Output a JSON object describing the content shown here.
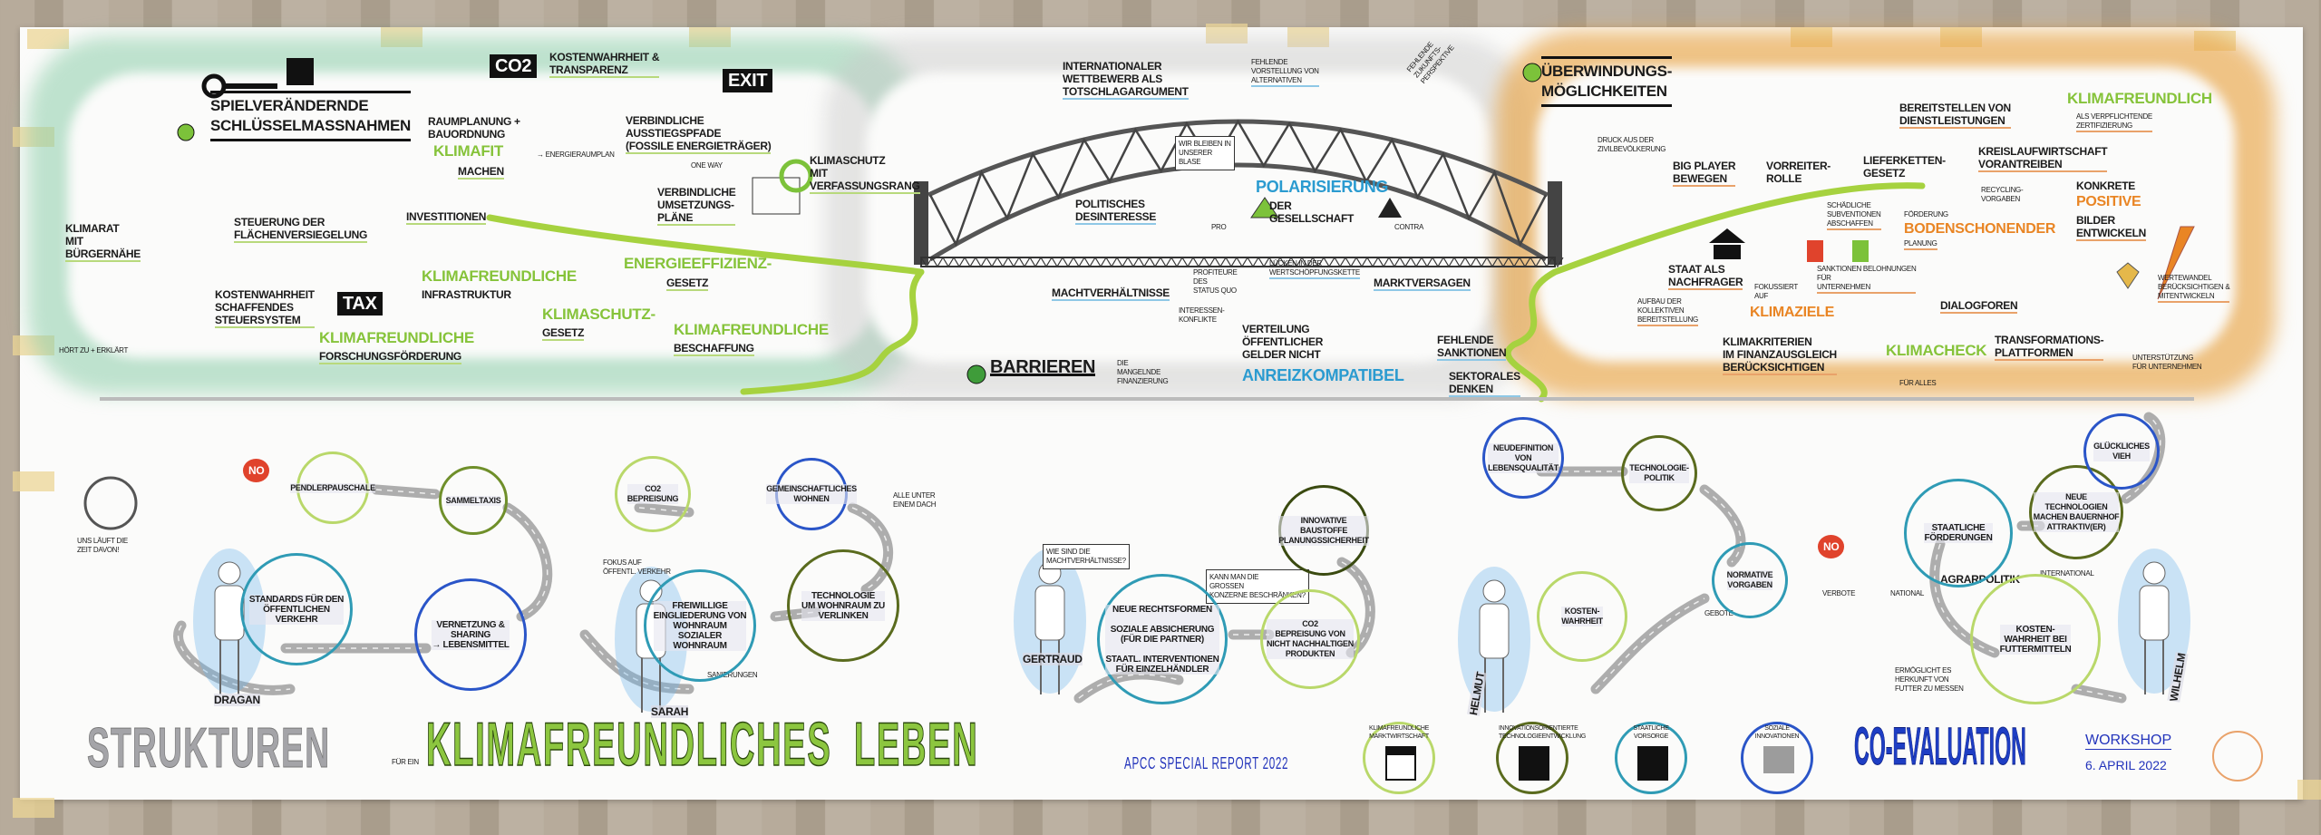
{
  "colors": {
    "green": "#86c33a",
    "blue_accent": "#2b9bd0",
    "orange": "#e98524",
    "navy": "#1f3fbf",
    "grey_title": "#9a9a9a",
    "paper": "#fbfbfa"
  },
  "top_left": {
    "title": "Spielverändernde\nSchlüsselmaßnahmen",
    "items": [
      {
        "id": "tl_co2",
        "text": "CO2",
        "style": "box"
      },
      {
        "id": "tl_kosten",
        "text": "Kostenwahrheit &\nTransparenz",
        "style": "ul-g"
      },
      {
        "id": "tl_raum",
        "text": "Raumplanung +\nBauordnung",
        "style": ""
      },
      {
        "id": "tl_klimafit",
        "text": "Klimafit",
        "style": "green"
      },
      {
        "id": "tl_machen",
        "text": "machen",
        "style": "ul-g"
      },
      {
        "id": "tl_energieraum",
        "text": "→ Energieraumplan",
        "style": "sm"
      },
      {
        "id": "tl_ausstieg",
        "text": "Verbindliche\nAusstiegspfade\n(fossile Energieträger)",
        "style": "ul-g"
      },
      {
        "id": "tl_exit",
        "text": "EXIT",
        "style": "box"
      },
      {
        "id": "tl_oneway",
        "text": "One way",
        "style": "sm"
      },
      {
        "id": "tl_verfassung",
        "text": "Klimaschutz\nmit\nVerfassungsrang",
        "style": "ul-g"
      },
      {
        "id": "tl_umsetzung",
        "text": "Verbindliche\nUmsetzungs-\npläne",
        "style": "ul-g"
      },
      {
        "id": "tl_klimarat",
        "text": "Klimarat\nmit\nBürgernähe",
        "style": "ul-g"
      },
      {
        "id": "tl_hoert",
        "text": "Hört zu + erklärt",
        "style": "sm"
      },
      {
        "id": "tl_steuerung",
        "text": "Steuerung der\nFlächenversiegelung",
        "style": "ul-g"
      },
      {
        "id": "tl_invest",
        "text": "Investitionen",
        "style": "ul-g"
      },
      {
        "id": "tl_steuer",
        "text": "Kostenwahrheit\nschaffendes\nSteuersystem",
        "style": "ul-g"
      },
      {
        "id": "tl_tax",
        "text": "TAX",
        "style": "box"
      },
      {
        "id": "tl_infra_a",
        "text": "Klimafreundliche",
        "style": "green"
      },
      {
        "id": "tl_infra_b",
        "text": "Infrastruktur",
        "style": ""
      },
      {
        "id": "tl_eff_a",
        "text": "Energieeffizienz-",
        "style": "green"
      },
      {
        "id": "tl_eff_b",
        "text": "Gesetz",
        "style": "ul-g"
      },
      {
        "id": "tl_ksg_a",
        "text": "Klimaschutz-",
        "style": "green"
      },
      {
        "id": "tl_ksg_b",
        "text": "Gesetz",
        "style": "ul-g"
      },
      {
        "id": "tl_forsch_a",
        "text": "Klimafreundliche",
        "style": "green"
      },
      {
        "id": "tl_forsch_b",
        "text": "Forschungsförderung",
        "style": "ul-g"
      },
      {
        "id": "tl_besch_a",
        "text": "Klimafreundliche",
        "style": "green"
      },
      {
        "id": "tl_besch_b",
        "text": "Beschaffung",
        "style": "ul-g"
      }
    ]
  },
  "bridge": {
    "title": "Barrieren",
    "items": [
      {
        "id": "br_wettbewerb",
        "text": "Internationaler\nWettbewerb als\nTotschlagargument",
        "style": "ul-b"
      },
      {
        "id": "br_alternativen",
        "text": "Fehlende\nVorstellung von\nAlternativen",
        "style": "sm ul-b"
      },
      {
        "id": "br_zukunft",
        "text": "Fehlende\nZukunfts-\nperspektive",
        "style": "sm"
      },
      {
        "id": "br_desinteresse",
        "text": "Politisches\nDesinteresse",
        "style": "ul-b"
      },
      {
        "id": "br_blase",
        "text": "Wir bleiben in\nunserer\nBlase",
        "style": "bubble"
      },
      {
        "id": "br_polar_a",
        "text": "Polarisierung",
        "style": "blue"
      },
      {
        "id": "br_polar_b",
        "text": "der\nGesellschaft",
        "style": ""
      },
      {
        "id": "br_pro",
        "text": "Pro",
        "style": "sm"
      },
      {
        "id": "br_contra",
        "text": "Contra",
        "style": "sm"
      },
      {
        "id": "br_macht",
        "text": "Machtverhältnisse",
        "style": "ul-b"
      },
      {
        "id": "br_profiteure",
        "text": "Profiteure\ndes\nStatus Quo",
        "style": "sm"
      },
      {
        "id": "br_interessen",
        "text": "Interessen-\nkonflikte",
        "style": "sm"
      },
      {
        "id": "br_luecken",
        "text": "Lücken in der\nWertschöpfungskette",
        "style": "sm ul-b"
      },
      {
        "id": "br_markt",
        "text": "Marktversagen",
        "style": "ul-b"
      },
      {
        "id": "br_verteilung",
        "text": "Verteilung\nöffentlicher\nGelder nicht",
        "style": ""
      },
      {
        "id": "br_anreiz",
        "text": "anreizkompatibel",
        "style": "blue"
      },
      {
        "id": "br_finanz",
        "text": "Die\nmangelnde\nFinanzierung",
        "style": "sm"
      },
      {
        "id": "br_sektoral",
        "text": "Sektorales\nDenken",
        "style": "ul-b"
      },
      {
        "id": "br_sanktionen",
        "text": "Fehlende\nSanktionen",
        "style": "ul-b"
      }
    ]
  },
  "top_right": {
    "title": "Überwindungs-\nmöglichkeiten",
    "items": [
      {
        "id": "tr_druck",
        "text": "Druck aus der\nZivilbevölkerung",
        "style": "sm"
      },
      {
        "id": "tr_bigplayer",
        "text": "Big Player\nbewegen",
        "style": "ul-o"
      },
      {
        "id": "tr_vorreiter",
        "text": "Vorreiter-\nRolle",
        "style": ""
      },
      {
        "id": "tr_dienst",
        "text": "Bereitstellen von\nDienstleistungen",
        "style": "ul-o"
      },
      {
        "id": "tr_klimafreundlich",
        "text": "Klimafreundlich",
        "style": "green"
      },
      {
        "id": "tr_zert",
        "text": "als verpflichtende\nZertifizierung",
        "style": "sm ul-o"
      },
      {
        "id": "tr_liefer",
        "text": "Lieferketten-\nGesetz",
        "style": ""
      },
      {
        "id": "tr_kreislauf",
        "text": "Kreislaufwirtschaft\nvorantreiben",
        "style": "ul-o"
      },
      {
        "id": "tr_recycling",
        "text": "Recycling-\nvorgaben",
        "style": "sm"
      },
      {
        "id": "tr_pos_a",
        "text": "Konkrete",
        "style": ""
      },
      {
        "id": "tr_pos_b",
        "text": "Positive",
        "style": "orange"
      },
      {
        "id": "tr_pos_c",
        "text": "Bilder\nentwickeln",
        "style": "ul-o"
      },
      {
        "id": "tr_subv",
        "text": "Schädliche\nSubventionen\nabschaffen",
        "style": "sm ul-o"
      },
      {
        "id": "tr_boden_a",
        "text": "Förderung",
        "style": "sm"
      },
      {
        "id": "tr_boden_b",
        "text": "Bodenschonender",
        "style": "orange"
      },
      {
        "id": "tr_boden_c",
        "text": "Planung",
        "style": "sm ul-o"
      },
      {
        "id": "tr_staat",
        "text": "Staat als\nNachfrager",
        "style": "ul-o"
      },
      {
        "id": "tr_aufbau",
        "text": "Aufbau der\nkollektiven\nBereitstellung",
        "style": "sm ul-o"
      },
      {
        "id": "tr_fokus_a",
        "text": "Fokussiert\nauf",
        "style": "sm"
      },
      {
        "id": "tr_fokus_b",
        "text": "Klimaziele",
        "style": "orange"
      },
      {
        "id": "tr_sankt",
        "text": "Sanktionen   Belohnungen\nfür\nUnternehmen",
        "style": "sm ul-o"
      },
      {
        "id": "tr_dialog",
        "text": "Dialogforen",
        "style": "ul-o"
      },
      {
        "id": "tr_werte",
        "text": "Wertewandel\nberücksichtigen &\nmitentwickeln",
        "style": "sm ul-o"
      },
      {
        "id": "tr_finanzausgleich",
        "text": "Klimakriterien\nim Finanzausgleich\nberücksichtigen",
        "style": "ul-o"
      },
      {
        "id": "tr_klimacheck",
        "text": "Klimacheck",
        "style": "green"
      },
      {
        "id": "tr_fueralles",
        "text": "für alles",
        "style": "sm"
      },
      {
        "id": "tr_transform",
        "text": "Transformations-\nplattformen",
        "style": "ul-o"
      },
      {
        "id": "tr_unterst",
        "text": "Unterstützung\nfür Unternehmen",
        "style": "sm"
      }
    ]
  },
  "journeys": {
    "people": [
      "Dragan",
      "Sarah",
      "Gertraud",
      "Helmut",
      "Wilhelm"
    ],
    "circles": [
      {
        "id": "c_pendler",
        "text": "Pendlerpauschale",
        "color": "#b9d86a"
      },
      {
        "id": "c_sammel",
        "text": "Sammeltaxis",
        "color": "#6f8f2a"
      },
      {
        "id": "c_standards",
        "text": "Standards für den\nöffentlichen\nVerkehr",
        "color": "#2f9bb5"
      },
      {
        "id": "c_sharing",
        "text": "Vernetzung &\nSharing\n→ Lebensmittel",
        "color": "#2a55c8"
      },
      {
        "id": "c_co2",
        "text": "CO2\nBepreisung",
        "color": "#b9d86a"
      },
      {
        "id": "c_wohnen",
        "text": "Gemeinschaftliches\nWohnen",
        "color": "#2a55c8"
      },
      {
        "id": "c_wohnraum",
        "text": "Freiwillige\nEingliederung von\nWohnraum\nSozialer\nWohnraum",
        "color": "#2f9bb5"
      },
      {
        "id": "c_techwohn",
        "text": "Technologie\num Wohnraum zu\nverlinken",
        "color": "#5a6b1e"
      },
      {
        "id": "c_recht",
        "text": "Neue Rechtsformen\n\nSoziale Absicherung\n(für die Partner)\n\nStaatl. Interventionen\nfür Einzelhändler",
        "color": "#2f9bb5"
      },
      {
        "id": "c_baustoffe",
        "text": "Innovative\nBaustoffe\nPlanungssicherheit",
        "color": "#3a4a10"
      },
      {
        "id": "c_produkte",
        "text": "CO2\nBepreisung von\nnicht nachhaltigen\nProdukten",
        "color": "#b9d86a"
      },
      {
        "id": "c_lebensq",
        "text": "Neudefinition\nvon\nLebensqualität",
        "color": "#2a55c8"
      },
      {
        "id": "c_techpol",
        "text": "Technologie-\npolitik",
        "color": "#5a6b1e"
      },
      {
        "id": "c_normativ",
        "text": "Normative\nVorgaben",
        "color": "#2f9bb5"
      },
      {
        "id": "c_kosten",
        "text": "Kosten-\nwahrheit",
        "color": "#b9d86a"
      },
      {
        "id": "c_foerder",
        "text": "Staatliche\nFörderungen",
        "color": "#2f9bb5"
      },
      {
        "id": "c_bauernhof",
        "text": "Neue\nTechnologien\nmachen Bauernhof\nattraktiv(er)",
        "color": "#5a6b1e"
      },
      {
        "id": "c_vieh",
        "text": "Glückliches\nVieh",
        "color": "#2a55c8"
      },
      {
        "id": "c_futter",
        "text": "Kosten-\nwahrheit bei\nFuttermitteln",
        "color": "#b9d86a"
      }
    ],
    "notes": [
      {
        "id": "n_zeit",
        "text": "Uns läuft die\nZeit davon!",
        "style": "sm"
      },
      {
        "id": "n_no1",
        "text": "NO",
        "style": "box"
      },
      {
        "id": "n_fokus",
        "text": "Fokus auf\nöffentl. Verkehr",
        "style": "sm"
      },
      {
        "id": "n_dach",
        "text": "Alle unter\neinem Dach",
        "style": "sm"
      },
      {
        "id": "n_sanierung",
        "text": "Sanierungen",
        "style": "sm"
      },
      {
        "id": "n_macht",
        "text": "Wie sind die\nMachtverhältnisse?",
        "style": "bubble"
      },
      {
        "id": "n_konzerne",
        "text": "Kann man die\ngrossen\nKonzerne beschränken?",
        "style": "bubble"
      },
      {
        "id": "n_no2",
        "text": "NO",
        "style": "box"
      },
      {
        "id": "n_verbote",
        "text": "Verbote",
        "style": "sm"
      },
      {
        "id": "n_gebote",
        "text": "Gebote",
        "style": "sm"
      },
      {
        "id": "n_national",
        "text": "National",
        "style": "sm"
      },
      {
        "id": "n_agrar",
        "text": "Agrarpolitik",
        "style": ""
      },
      {
        "id": "n_international",
        "text": "International",
        "style": "sm"
      },
      {
        "id": "n_ermoeglicht",
        "text": "Ermöglicht es\nHerkunft von\nFutter zu messen",
        "style": "sm"
      }
    ]
  },
  "footer": {
    "strukturen": "Strukturen",
    "fuer_ein": "für ein",
    "klimafreundliches_leben": "Klimafreundliches  Leben",
    "report": "APCC Special Report 2022",
    "scenarios": [
      {
        "label_a": "Klimafreundliche",
        "label_b": "Marktwirtschaft",
        "icon": "market-stall-icon",
        "color": "#b9d86a"
      },
      {
        "label_a": "Innovationsorientierte",
        "label_b": "Technologieentwicklung",
        "icon": "government-building-icon",
        "color": "#5a6b1e"
      },
      {
        "label_a": "Staatliche",
        "label_b": "Vorsorge",
        "icon": "government-building-icon",
        "color": "#2f9bb5"
      },
      {
        "label_a": "Soziale",
        "label_b": "Innovationen",
        "icon": "people-group-icon",
        "color": "#2a55c8"
      }
    ],
    "co_evaluation": "Co-Evaluation",
    "workshop": "Workshop",
    "date": "6. April 2022"
  }
}
